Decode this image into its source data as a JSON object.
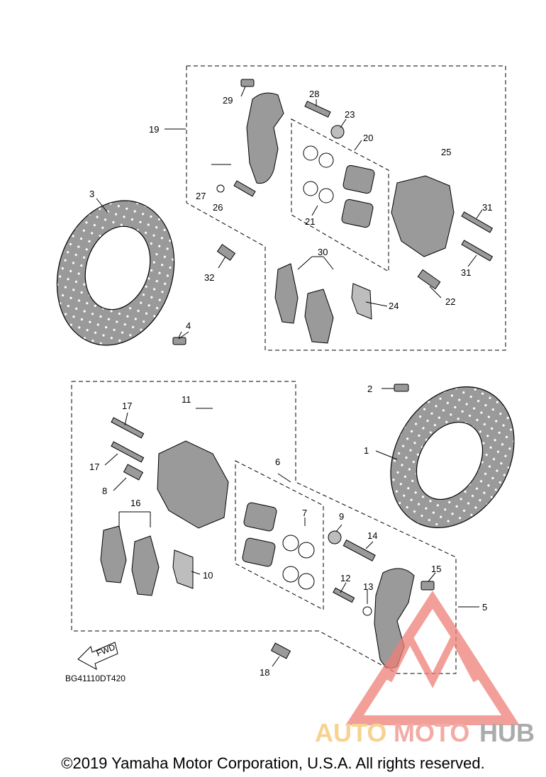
{
  "diagram": {
    "drawing_code": "BG41110DT420",
    "fwd_label": "FWD",
    "callouts": [
      "1",
      "2",
      "3",
      "4",
      "5",
      "6",
      "7",
      "8",
      "9",
      "10",
      "11",
      "12",
      "13",
      "14",
      "15",
      "16",
      "17",
      "17",
      "18",
      "19",
      "20",
      "21",
      "22",
      "23",
      "24",
      "25",
      "26",
      "27",
      "28",
      "29",
      "30",
      "31",
      "31",
      "32"
    ]
  },
  "watermark": {
    "word_part1": "AUTO",
    "word_part2": "MOTO",
    "word_part3": "HUB",
    "colors": {
      "auto": "#f5c36b",
      "moto": "#ef8f88",
      "hub": "#8f8f8f",
      "triangle": "#ef7f78"
    }
  },
  "footer": {
    "copyright": "©2019 Yamaha Motor Corporation, U.S.A. All rights reserved."
  }
}
